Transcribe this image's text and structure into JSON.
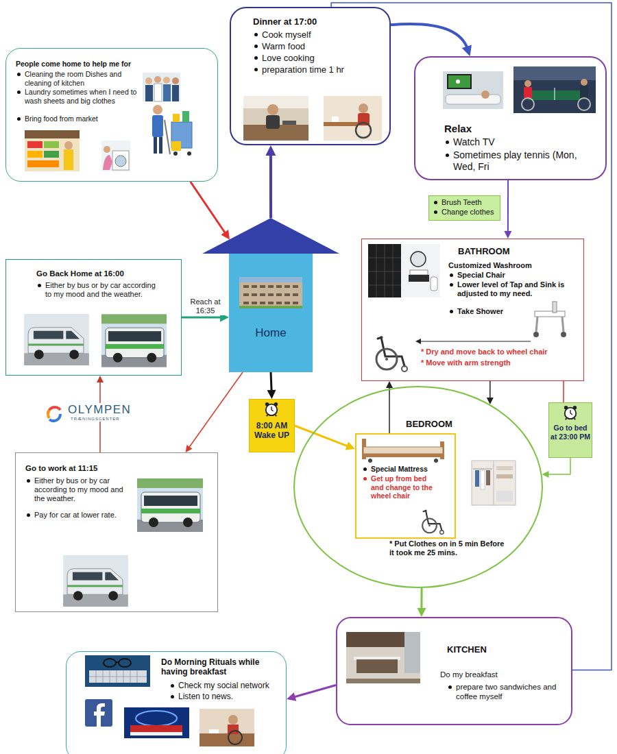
{
  "diagram": {
    "nodes": [
      {
        "text": [
          "Dinner at 17:00",
          "Cook myself",
          "Warm food",
          "Love cooking",
          "preparation time 1 hr"
        ]
      },
      {
        "text": [
          "People come home to help me for",
          "Cleaning the room Dishes and cleaning of kitchen",
          "Laundry sometimes when I need to wash sheets and big clothes",
          "Bring food from market"
        ]
      },
      {
        "text": [
          "Relax",
          "Watch TV",
          "Sometimes play tennis (Mon, Wed, Fri"
        ]
      },
      {
        "text": [
          "Brush Teeth",
          "Change clothes"
        ]
      },
      {
        "text": [
          "BATHROOM",
          "Customized Washroom",
          "Special Chair",
          "Lower level of Tap and Sink is adjusted to my need.",
          "Take Shower",
          "* Dry and move back to wheel chair",
          "* Move with arm strength"
        ]
      },
      {
        "text": [
          "Go Back Home at 16:00",
          "Either by bus or by car according to my mood and the weather."
        ]
      },
      {
        "text": [
          "Home"
        ]
      },
      {
        "text": [
          "8:00 AM Wake UP"
        ]
      },
      {
        "text": [
          "BEDROOM",
          "* Put Clothes on in 5 min Before it took me 25 mins."
        ]
      },
      {
        "text": [
          "Special Mattress",
          "Get up from bed and change to the wheel chair"
        ],
        "in": 8
      },
      {
        "text": [
          "Go to bed at 23:00 PM"
        ]
      },
      {
        "text": [
          "Go to work at 11:15",
          "Either by bus or by car according to my mood and the weather.",
          "Pay for car at lower rate."
        ]
      },
      {
        "text": [
          "KITCHEN",
          "Do my breakfast",
          "prepare two sandwiches and coffee myself"
        ]
      },
      {
        "text": [
          "Do Morning Rituals while having breakfast",
          "Check my social network",
          "Listen to news."
        ]
      }
    ],
    "edges": [
      {
        "from": 1,
        "to": 6,
        "arrow": "to"
      },
      {
        "from": 6,
        "to": 0,
        "arrow": "to"
      },
      {
        "from": 0,
        "to": 2,
        "arrow": "to"
      },
      {
        "from": 2,
        "to": 4,
        "arrow": "to"
      },
      {
        "from": 5,
        "to": 6,
        "label": "Reach at 16:35",
        "arrow": "to"
      },
      {
        "from": 6,
        "to": 7,
        "arrow": "to"
      },
      {
        "from": 7,
        "to": 9,
        "arrow": "to"
      },
      {
        "from": 9,
        "to": 4,
        "arrow": "to"
      },
      {
        "from": 4,
        "to": 8,
        "arrow": "to"
      },
      {
        "from": 4,
        "to": 10,
        "arrow": "none"
      },
      {
        "from": 10,
        "to": 8,
        "arrow": "to"
      },
      {
        "from": 8,
        "to": 12,
        "arrow": "to"
      },
      {
        "from": 12,
        "to": 13,
        "arrow": "to"
      },
      {
        "from": 12,
        "to": 0,
        "arrow": "none"
      },
      {
        "from": 6,
        "to": 11,
        "arrow": "to"
      },
      {
        "from": 11,
        "to": 5,
        "arrow": "to"
      }
    ],
    "labels": [
      "OLYMPEN",
      "TRÆNINGSCENTER"
    ]
  }
}
